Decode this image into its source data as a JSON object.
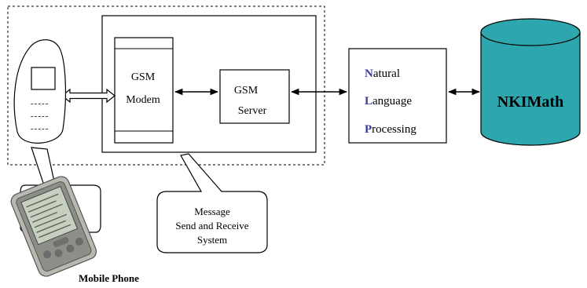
{
  "modem": {
    "line1": "GSM",
    "line2": "Modem"
  },
  "server": {
    "line1": "GSM",
    "line2": "Server"
  },
  "nlp": {
    "l1_initial": "N",
    "l1_rest": "atural",
    "l2_initial": "L",
    "l2_rest": "anguage",
    "l3_initial": "P",
    "l3_rest": "rocessing",
    "initial_color": "#3b3b9e"
  },
  "database": {
    "label": "NKIMath",
    "fill": "#2ea6ad"
  },
  "callout_system": {
    "line1": "Message",
    "line2": "Send and Receive",
    "line3": "System"
  },
  "device_caption": "Mobile Phone",
  "phone": {
    "keypad_dashes": [
      "-----",
      "-----",
      "-----"
    ]
  }
}
